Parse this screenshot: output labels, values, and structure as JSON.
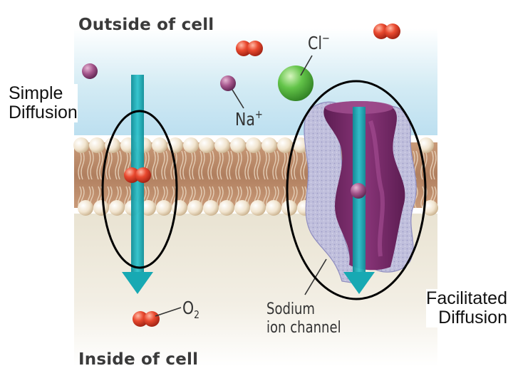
{
  "labels": {
    "outside": "Outside of cell",
    "inside": "Inside of cell",
    "simple_line1": "Simple",
    "simple_line2": "Diffusion",
    "facilitated_line1": "Facilitated",
    "facilitated_line2": "Diffusion",
    "chloride": "Cl",
    "chloride_charge": "−",
    "sodium": "Na",
    "sodium_charge": "+",
    "oxygen": "O",
    "oxygen_subscript": "2",
    "channel_line1": "Sodium",
    "channel_line2": "ion channel"
  },
  "colors": {
    "background": "#ffffff",
    "outside_water": "#cfe8f2",
    "inside_cytoplasm": "#ece6d6",
    "membrane_tails": "#b98a6a",
    "phospholipid_head": "#efe2cc",
    "arrow": "#15a8b2",
    "oxygen_molecule": "#e0452e",
    "sodium_ion": "#a0558a",
    "chloride_ion": "#5fbf47",
    "channel_protein": "#7a2a6a",
    "channel_outline": "#b7b5d6",
    "highlight_circle": "#000000"
  },
  "icons": [
    "oxygen-molecule-icon",
    "sodium-ion-icon",
    "chloride-ion-icon",
    "phospholipid-head-icon",
    "diffusion-arrow-icon",
    "ion-channel-icon"
  ]
}
